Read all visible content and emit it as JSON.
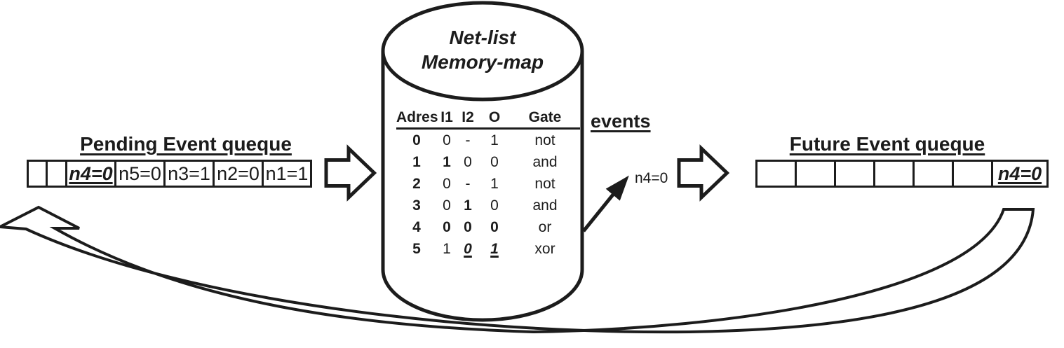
{
  "colors": {
    "ink": "#1c1c1c",
    "background": "#ffffff"
  },
  "pending_queue": {
    "title": "Pending Event queque",
    "cells": [
      {
        "text": "",
        "style": "normal"
      },
      {
        "text": "",
        "style": "normal"
      },
      {
        "text": "n4=0",
        "style": "em"
      },
      {
        "text": "n5=0",
        "style": "normal"
      },
      {
        "text": "n3=1",
        "style": "normal"
      },
      {
        "text": "n2=0",
        "style": "normal"
      },
      {
        "text": "n1=1",
        "style": "normal"
      }
    ]
  },
  "memory": {
    "title_line1": "Net-list",
    "title_line2": "Memory-map",
    "table": {
      "headers": [
        "Adres",
        "I1",
        "I2",
        "O",
        "Gate"
      ],
      "rows": [
        [
          {
            "t": "0",
            "s": "bold"
          },
          {
            "t": "0",
            "s": "normal"
          },
          {
            "t": "-",
            "s": "normal"
          },
          {
            "t": "1",
            "s": "normal"
          },
          {
            "t": "not",
            "s": "normal"
          }
        ],
        [
          {
            "t": "1",
            "s": "bold"
          },
          {
            "t": "1",
            "s": "bold"
          },
          {
            "t": "0",
            "s": "normal"
          },
          {
            "t": "0",
            "s": "normal"
          },
          {
            "t": "and",
            "s": "normal"
          }
        ],
        [
          {
            "t": "2",
            "s": "bold"
          },
          {
            "t": "0",
            "s": "normal"
          },
          {
            "t": "-",
            "s": "normal"
          },
          {
            "t": "1",
            "s": "normal"
          },
          {
            "t": "not",
            "s": "normal"
          }
        ],
        [
          {
            "t": "3",
            "s": "bold"
          },
          {
            "t": "0",
            "s": "normal"
          },
          {
            "t": "1",
            "s": "bold"
          },
          {
            "t": "0",
            "s": "normal"
          },
          {
            "t": "and",
            "s": "normal"
          }
        ],
        [
          {
            "t": "4",
            "s": "bold"
          },
          {
            "t": "0",
            "s": "bold"
          },
          {
            "t": "0",
            "s": "bold"
          },
          {
            "t": "0",
            "s": "bold"
          },
          {
            "t": "or",
            "s": "normal"
          }
        ],
        [
          {
            "t": "5",
            "s": "bold"
          },
          {
            "t": "1",
            "s": "normal"
          },
          {
            "t": "0",
            "s": "em"
          },
          {
            "t": "1",
            "s": "em"
          },
          {
            "t": "xor",
            "s": "normal"
          }
        ]
      ]
    }
  },
  "events_label": "events",
  "event_annotation": "n4=0",
  "future_queue": {
    "title": "Future Event queque",
    "cells": [
      {
        "text": "",
        "style": "normal"
      },
      {
        "text": "",
        "style": "normal"
      },
      {
        "text": "",
        "style": "normal"
      },
      {
        "text": "",
        "style": "normal"
      },
      {
        "text": "",
        "style": "normal"
      },
      {
        "text": "",
        "style": "normal"
      },
      {
        "text": "n4=0",
        "style": "em"
      }
    ]
  }
}
